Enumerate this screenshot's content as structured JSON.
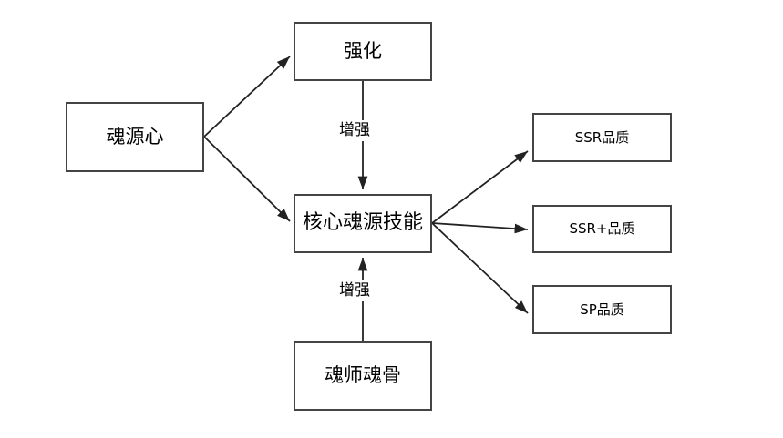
{
  "diagram": {
    "type": "flowchart",
    "background_color": "#ffffff",
    "line_color": "#444444",
    "text_color": "#000000",
    "nodes": [
      {
        "id": "soul-source-heart",
        "label": "魂源心"
      },
      {
        "id": "enhance-box",
        "label": "强化"
      },
      {
        "id": "core-skill",
        "label": "核心魂源技能"
      },
      {
        "id": "soul-bone",
        "label": "魂师魂骨"
      },
      {
        "id": "quality-ssr",
        "label": "SSR品质"
      },
      {
        "id": "quality-ssr-plus",
        "label": "SSR+品质"
      },
      {
        "id": "quality-sp",
        "label": "SP品质"
      }
    ],
    "edges": [
      {
        "from": "soul-source-heart",
        "to": "enhance-box",
        "label": ""
      },
      {
        "from": "soul-source-heart",
        "to": "core-skill",
        "label": ""
      },
      {
        "from": "enhance-box",
        "to": "core-skill",
        "label": "增强"
      },
      {
        "from": "soul-bone",
        "to": "core-skill",
        "label": "增强"
      },
      {
        "from": "core-skill",
        "to": "quality-ssr",
        "label": ""
      },
      {
        "from": "core-skill",
        "to": "quality-ssr-plus",
        "label": ""
      },
      {
        "from": "core-skill",
        "to": "quality-sp",
        "label": ""
      }
    ],
    "edge_labels": {
      "enhance_top": "增强",
      "enhance_bottom": "增强"
    }
  }
}
